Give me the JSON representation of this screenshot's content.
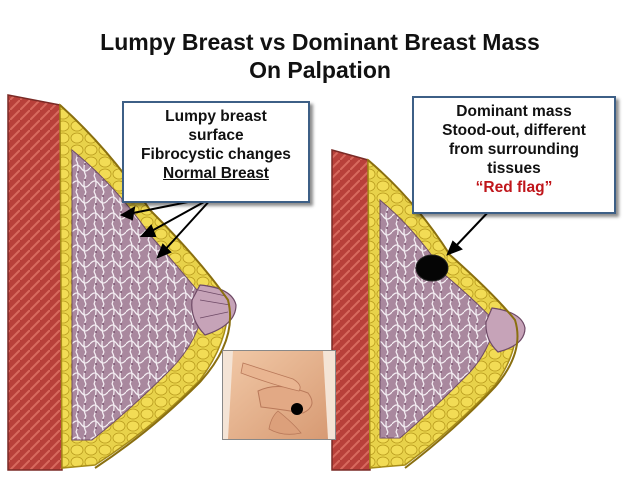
{
  "title": {
    "line1": "Lumpy Breast vs Dominant Breast Mass",
    "line2": "On Palpation"
  },
  "left_callout": {
    "lines": [
      "Lumpy breast",
      "surface",
      "Fibrocystic changes"
    ],
    "underlined": "Normal Breast"
  },
  "right_callout": {
    "lines": [
      "Dominant mass",
      "Stood-out, different",
      "from surrounding",
      "tissues"
    ],
    "flag": "“Red flag”"
  },
  "colors": {
    "muscle": "#b8403a",
    "fat": "#e6cf3e",
    "tissue": "#b493ac",
    "flag": "#c0161b",
    "callout_border": "#3d5f86"
  }
}
